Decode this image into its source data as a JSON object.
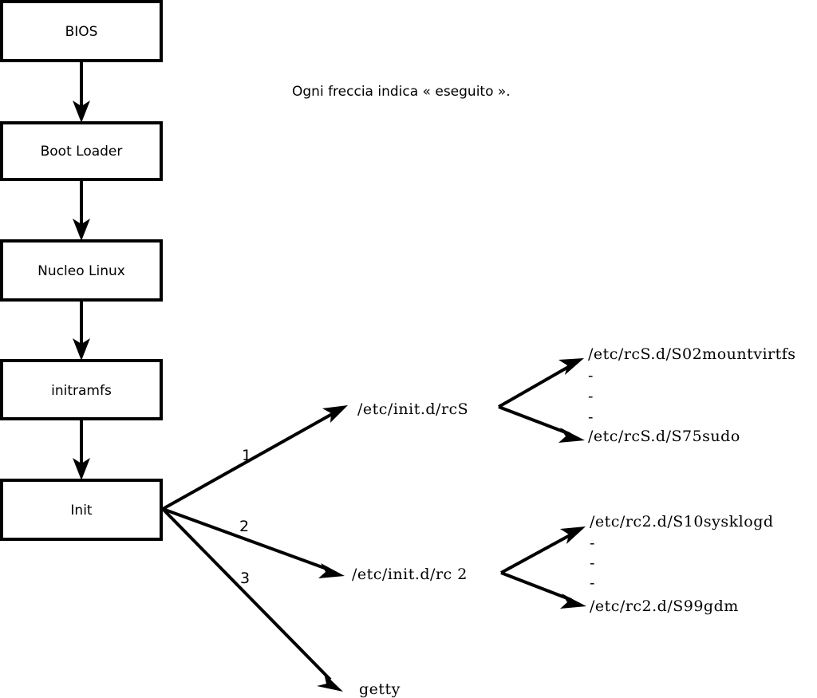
{
  "diagram": {
    "title_note": "Ogni freccia indica « eseguito ».",
    "chain": [
      {
        "id": "bios",
        "label": "BIOS"
      },
      {
        "id": "boot-loader",
        "label": "Boot Loader"
      },
      {
        "id": "nucleo-linux",
        "label": "Nucleo Linux"
      },
      {
        "id": "initramfs",
        "label": "initramfs"
      },
      {
        "id": "init",
        "label": "Init"
      }
    ],
    "init_branches": [
      {
        "number": "1",
        "label": "/etc/init.d/rcS"
      },
      {
        "number": "2",
        "label": "/etc/init.d/rc 2"
      },
      {
        "number": "3",
        "label": "getty"
      }
    ],
    "rcs_scripts": {
      "first": "/etc/rcS.d/S02mountvirtfs",
      "last": "/etc/rcS.d/S75sudo",
      "ellipsis": [
        "-",
        "-",
        "-"
      ]
    },
    "rc2_scripts": {
      "first": "/etc/rc2.d/S10sysklogd",
      "last": "/etc/rc2.d/S99gdm",
      "ellipsis": [
        "-",
        "-",
        "-"
      ]
    },
    "colors": {
      "background": "#ffffff",
      "stroke": "#000000",
      "text": "#000000"
    }
  }
}
